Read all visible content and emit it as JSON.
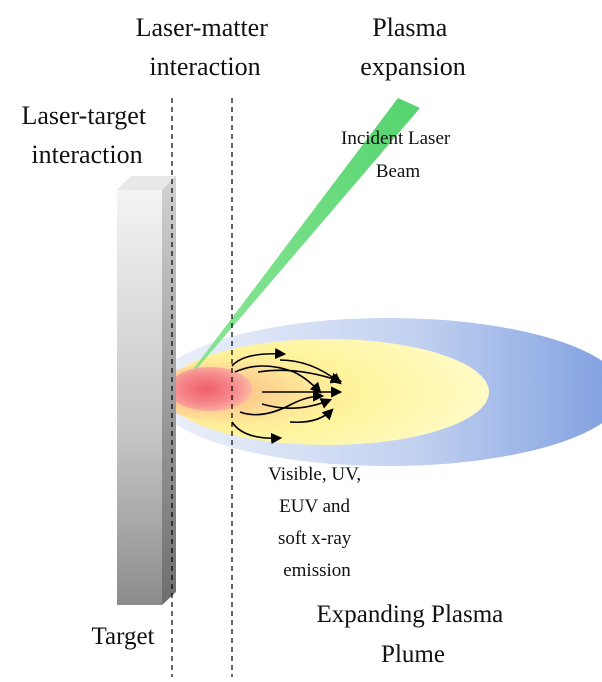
{
  "labels": {
    "laser_matter": [
      "Laser-matter",
      "interaction"
    ],
    "plasma_expansion": [
      "Plasma",
      "expansion"
    ],
    "laser_target": [
      "Laser-target",
      "interaction"
    ],
    "incident_beam": [
      "Incident Laser",
      "Beam"
    ],
    "emission": [
      "Visible,  UV,",
      "EUV  and",
      "soft x-ray",
      "emission"
    ],
    "plume": [
      "Expanding  Plasma",
      "Plume"
    ],
    "target": "Target"
  },
  "colors": {
    "plume_outer_edge": "#e0e7f6",
    "plume_outer_core": "#7e9ee0",
    "plume_inner": "#fff79e",
    "hot_core": "#f06a78",
    "laser_beam": "#6bd97a",
    "target_light": "#efefef",
    "target_dark": "#8a8a8a"
  }
}
